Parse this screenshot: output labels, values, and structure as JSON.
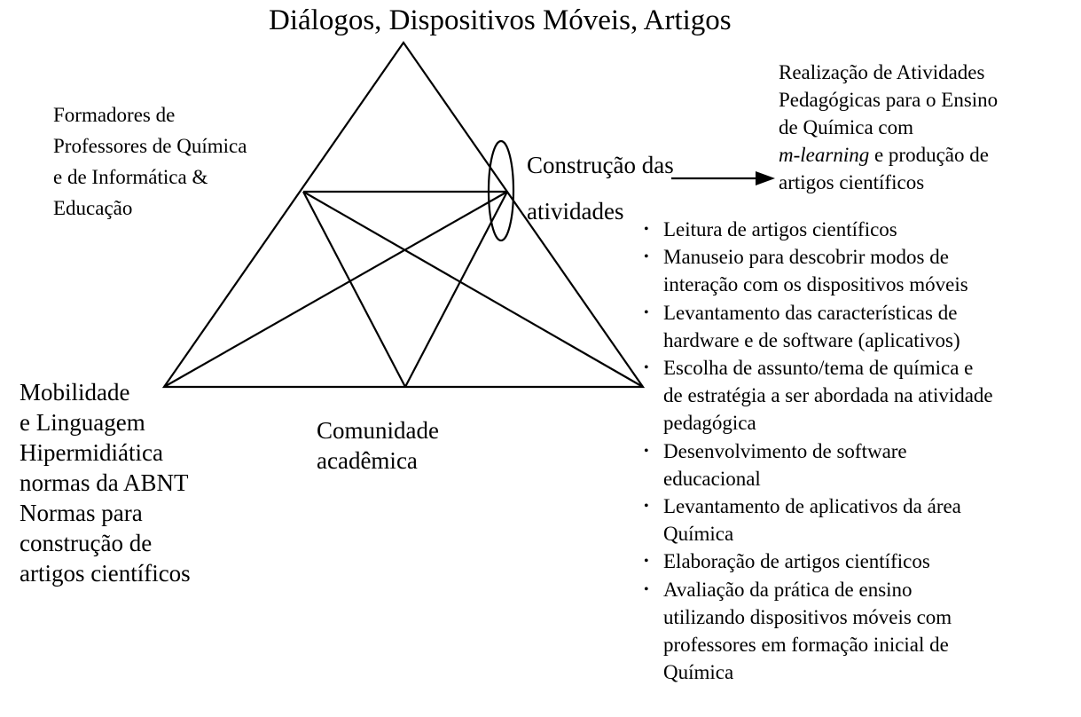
{
  "title": "Diálogos, Dispositivos Móveis, Artigos",
  "left_top_label": [
    "Formadores de",
    "Professores de Química",
    "e de Informática &",
    "Educação"
  ],
  "right_vertex_label": [
    "Construção das",
    "atividades"
  ],
  "result_label": {
    "lines": [
      "Realização de Atividades",
      "Pedagógicas para o Ensino",
      "de Química com"
    ],
    "last_line_italic": "m-learning",
    "last_line_rest": " e produção de",
    "final_line": "artigos científicos"
  },
  "bottom_left_label": [
    "Mobilidade",
    "e Linguagem",
    "Hipermidiática",
    "normas da ABNT",
    "Normas para",
    "construção de",
    "artigos científicos"
  ],
  "bottom_middle_label": [
    "Comunidade",
    "acadêmica"
  ],
  "bullet_symbol": "•",
  "activities": [
    [
      "Leitura de artigos científicos"
    ],
    [
      "Manuseio para descobrir modos de",
      "interação com os dispositivos móveis"
    ],
    [
      "Levantamento das características de",
      "hardware e de software (aplicativos)"
    ],
    [
      "Escolha de assunto/tema de química e",
      "de estratégia a ser abordada na atividade",
      "pedagógica"
    ],
    [
      "Desenvolvimento de software",
      "educacional"
    ],
    [
      "Levantamento de aplicativos da área",
      "Química"
    ],
    [
      "Elaboração de artigos científicos"
    ],
    [
      "Avaliação da prática de ensino",
      "utilizando dispositivos móveis com",
      "professores em formação inicial de",
      "Química"
    ]
  ]
}
